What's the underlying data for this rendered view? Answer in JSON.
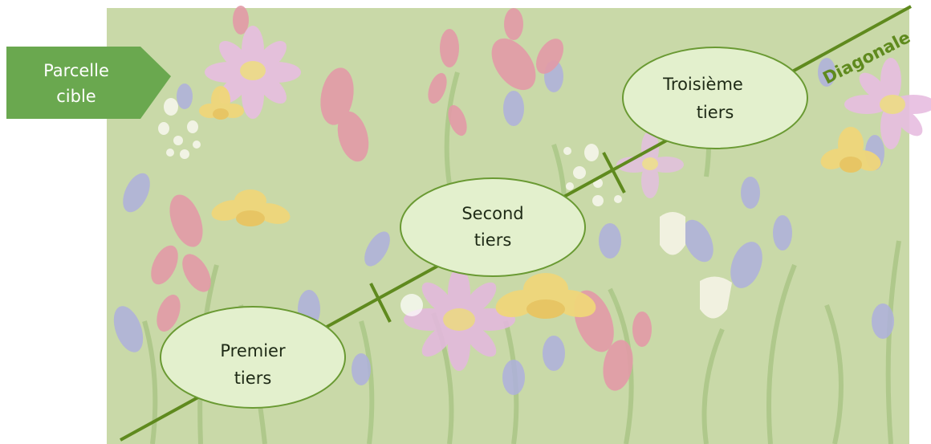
{
  "target_tag": {
    "line1": "Parcelle",
    "line2": "cible"
  },
  "diagonal_label": "Diagonale",
  "sections": [
    {
      "line1": "Premier",
      "line2": "tiers"
    },
    {
      "line1": "Second",
      "line2": "tiers"
    },
    {
      "line1": "Troisième",
      "line2": "tiers"
    }
  ],
  "colors": {
    "field_background": "#c9d9a8",
    "diagonal_line": "#5f8a1e",
    "target_tag_fill": "#6aa84f",
    "target_tag_text": "#ffffff",
    "ellipse_fill": "#e3f0cd",
    "ellipse_stroke": "#6a9a33",
    "text": "#1e2a16"
  }
}
